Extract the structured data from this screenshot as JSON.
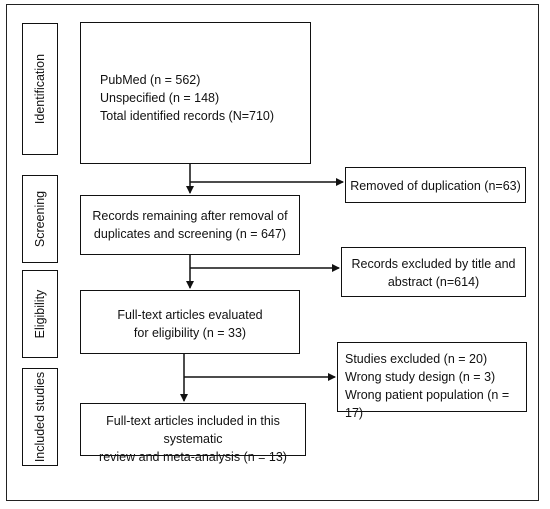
{
  "stages": {
    "identification": "Identification",
    "screening": "Screening",
    "eligibility": "Eligibility",
    "included": "Included studies"
  },
  "identification_box": {
    "line1": "PubMed (n = 562)",
    "line2": "Unspecified (n = 148)",
    "line3": "Total identified records (N=710)"
  },
  "removed_duplication": "Removed of duplication (n=63)",
  "screening_box": {
    "line1": "Records remaining after removal of",
    "line2": "duplicates and screening (n = 647)"
  },
  "excluded_title": {
    "line1": "Records excluded by title and",
    "line2": "abstract (n=614)"
  },
  "eligibility_box": {
    "line1": "Full-text articles evaluated",
    "line2": "for eligibility (n = 33)"
  },
  "studies_excluded": {
    "line1": "Studies excluded (n = 20)",
    "line2": "Wrong study design (n = 3)",
    "line3": "Wrong patient population (n = 17)"
  },
  "included_box": {
    "line1": "Full-text articles included in this systematic",
    "line2": "review and meta-analysis (n = 13)"
  }
}
